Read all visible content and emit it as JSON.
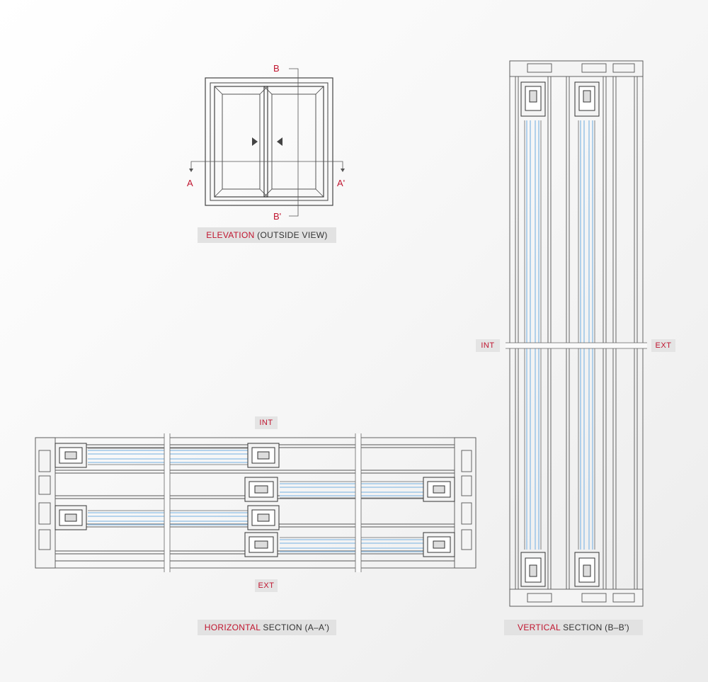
{
  "elevation": {
    "label_b": "B",
    "label_b_prime": "B'",
    "label_a": "A",
    "label_a_prime": "A'",
    "caption_highlight": "ELEVATION",
    "caption_rest": " (OUTSIDE VIEW)"
  },
  "horizontal": {
    "int_label": "INT",
    "ext_label": "EXT",
    "caption_highlight": "HORIZONTAL",
    "caption_rest": " SECTION (A–A')"
  },
  "vertical": {
    "int_label": "INT",
    "ext_label": "EXT",
    "caption_highlight": "VERTICAL",
    "caption_rest": " SECTION (B–B')"
  },
  "colors": {
    "accent": "#c0152f",
    "glass": "#9fc7e8",
    "profile_line": "#555555",
    "caption_bg": "#e2e2e2"
  }
}
